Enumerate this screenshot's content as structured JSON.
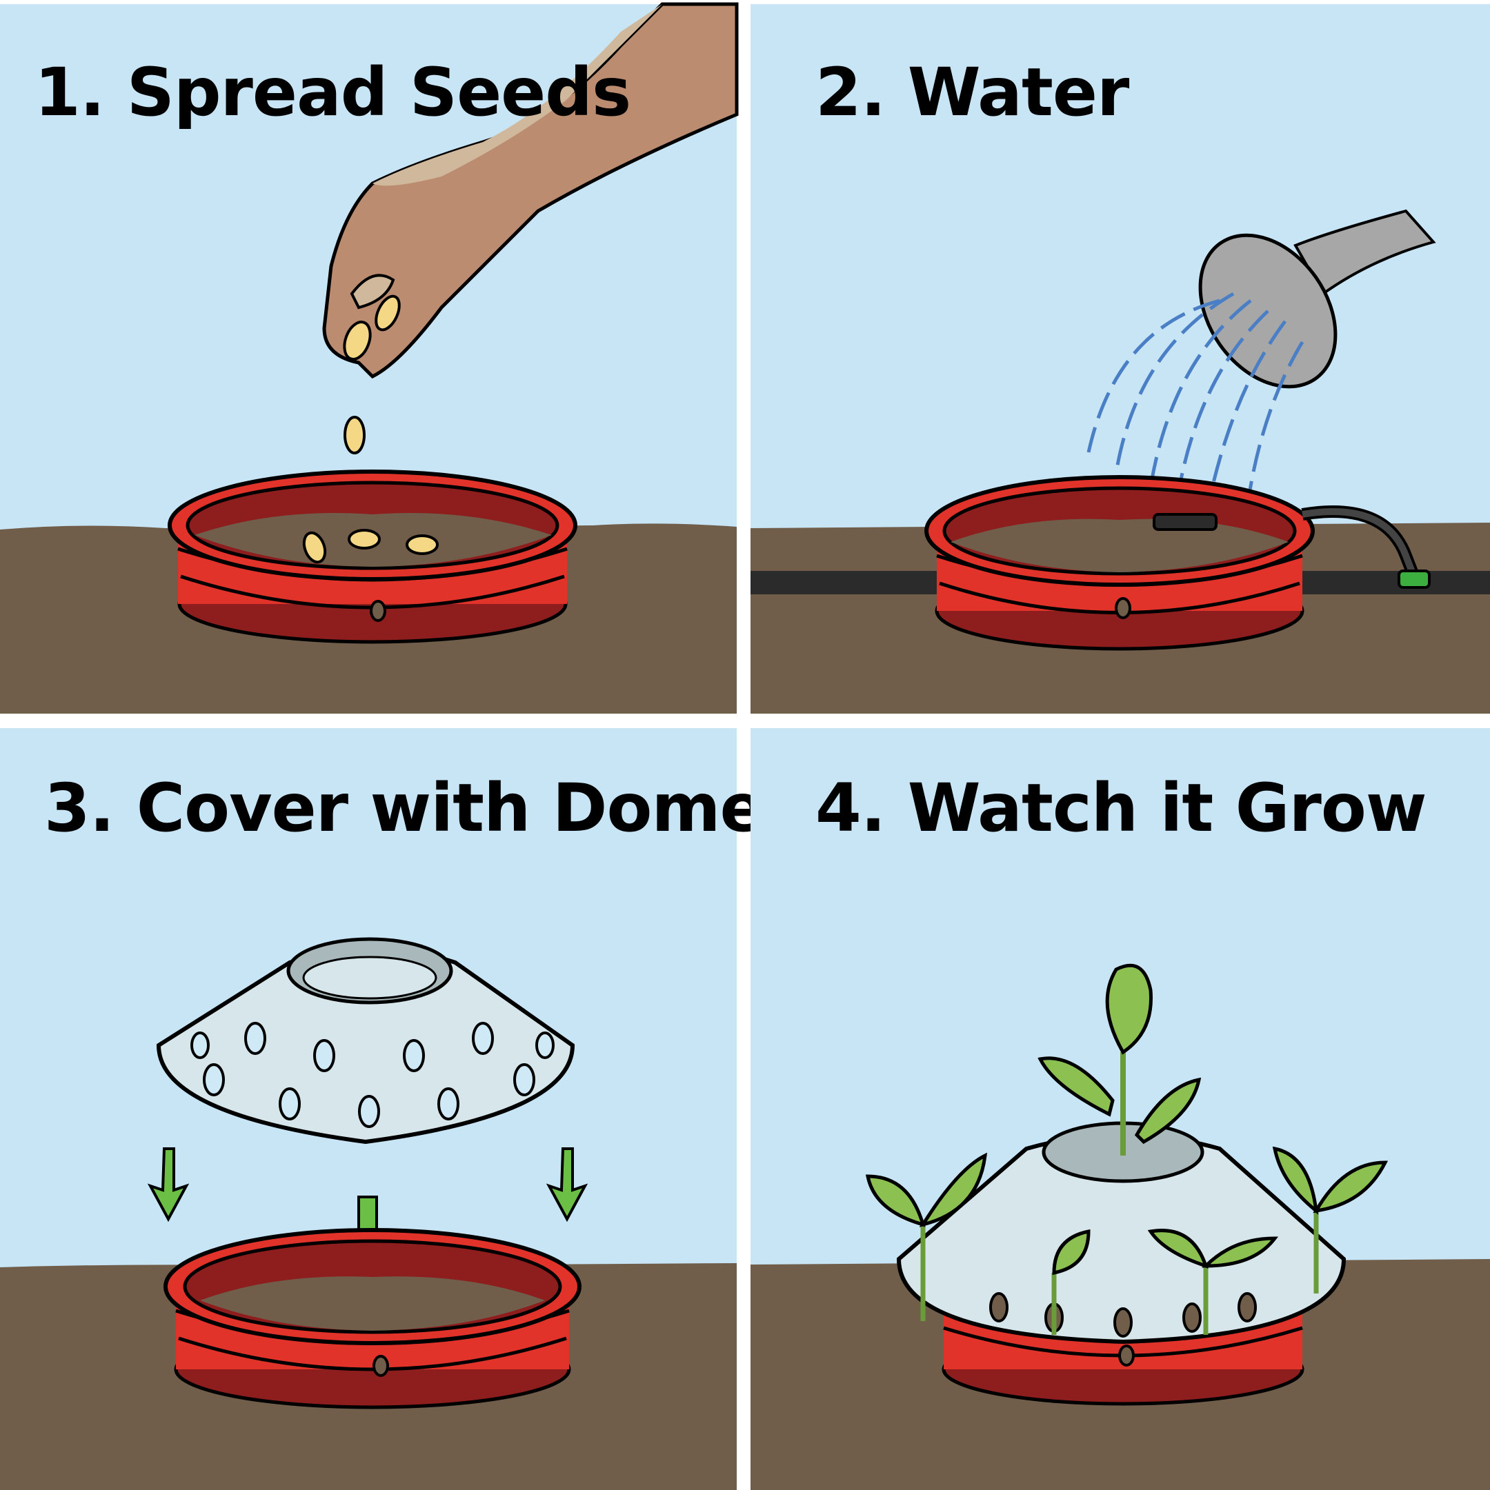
{
  "figure": {
    "type": "four-step instructional illustration",
    "layout": "2x2 grid"
  },
  "colors": {
    "sky": "#c8e5f6",
    "soil": "#705e4b",
    "ring_red": "#e2332a",
    "ring_dark": "#8e1d1d",
    "seed": "#f4d886",
    "arrow_green": "#6cbf45",
    "leaf_green": "#8cc152",
    "water_blue": "#4a7fc6",
    "dome": "#d6e6ea",
    "skin_light": "#d0b89c",
    "skin_dark": "#bb8c70",
    "hose": "#2b2b2b",
    "connector_green": "#3cae3f"
  },
  "steps": [
    {
      "number": "1.",
      "title": "1. Spread Seeds",
      "scene": "hand dropping seeds into red ring planter set in soil"
    },
    {
      "number": "2.",
      "title": "2. Water",
      "scene": "watering can spout sprinkling water into planter; drip hose feeding into ring"
    },
    {
      "number": "3.",
      "title": "3. Cover with Dome",
      "scene": "perforated clear dome lowered onto ring, three green down arrows"
    },
    {
      "number": "4.",
      "title": "4. Watch it Grow",
      "scene": "seedlings growing through dome holes and top opening"
    }
  ]
}
